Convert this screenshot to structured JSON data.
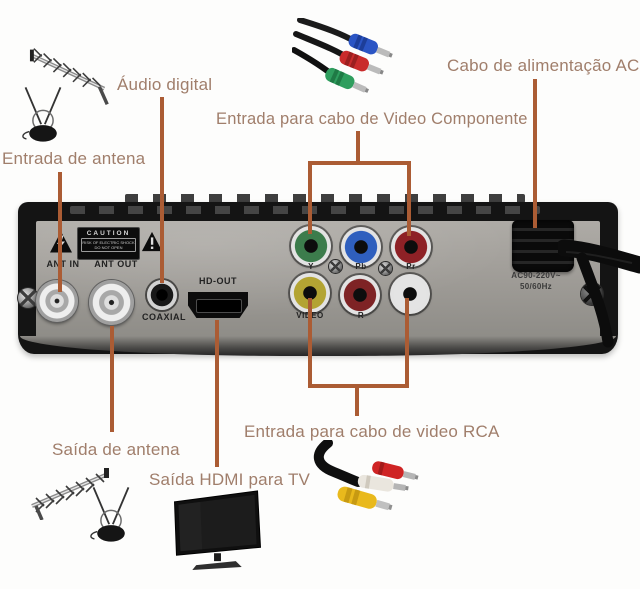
{
  "callouts": {
    "audio_digital": "Áudio digital",
    "antenna_in": "Entrada de antena",
    "component_video": "Entrada para cabo de Video Componente",
    "ac_power": "Cabo de alimentação AC",
    "antenna_out": "Saída de antena",
    "hdmi_out": "Saída HDMI para TV",
    "rca_video": "Entrada para cabo de video RCA"
  },
  "panel": {
    "caution": {
      "title": "CAUTION",
      "line1": "RISK OF ELECTRIC SHOCK",
      "line2": "DO NOT OPEN"
    },
    "ports": {
      "ant_in": "ANT IN",
      "ant_out": "ANT OUT",
      "coaxial": "COAXIAL",
      "hd_out": "HD-OUT"
    },
    "jacks": [
      {
        "id": "y",
        "label": "Y",
        "color": "#3c7c4c"
      },
      {
        "id": "pb",
        "label": "Pb",
        "color": "#2f5fbe"
      },
      {
        "id": "pr",
        "label": "Pr",
        "color": "#8e2126"
      },
      {
        "id": "video",
        "label": "VIDEO",
        "color": "#b3a433"
      },
      {
        "id": "r",
        "label": "R",
        "color": "#7e2325"
      },
      {
        "id": "l",
        "label": "",
        "color": "#e4e4e4"
      }
    ],
    "power_rating": {
      "line1": "AC90-220V~",
      "line2": "50/60Hz"
    }
  },
  "colors": {
    "leader_line": "#ab5c34",
    "label_text": "#a07e6b",
    "box_black": "#141414"
  },
  "icons": [
    "outdoor-antenna-icon",
    "indoor-antenna-icon",
    "component-cable-icon",
    "warning-bolt-icon",
    "warning-exclamation-icon",
    "ac-plug-icon",
    "tv-icon",
    "rca-cable-icon"
  ]
}
